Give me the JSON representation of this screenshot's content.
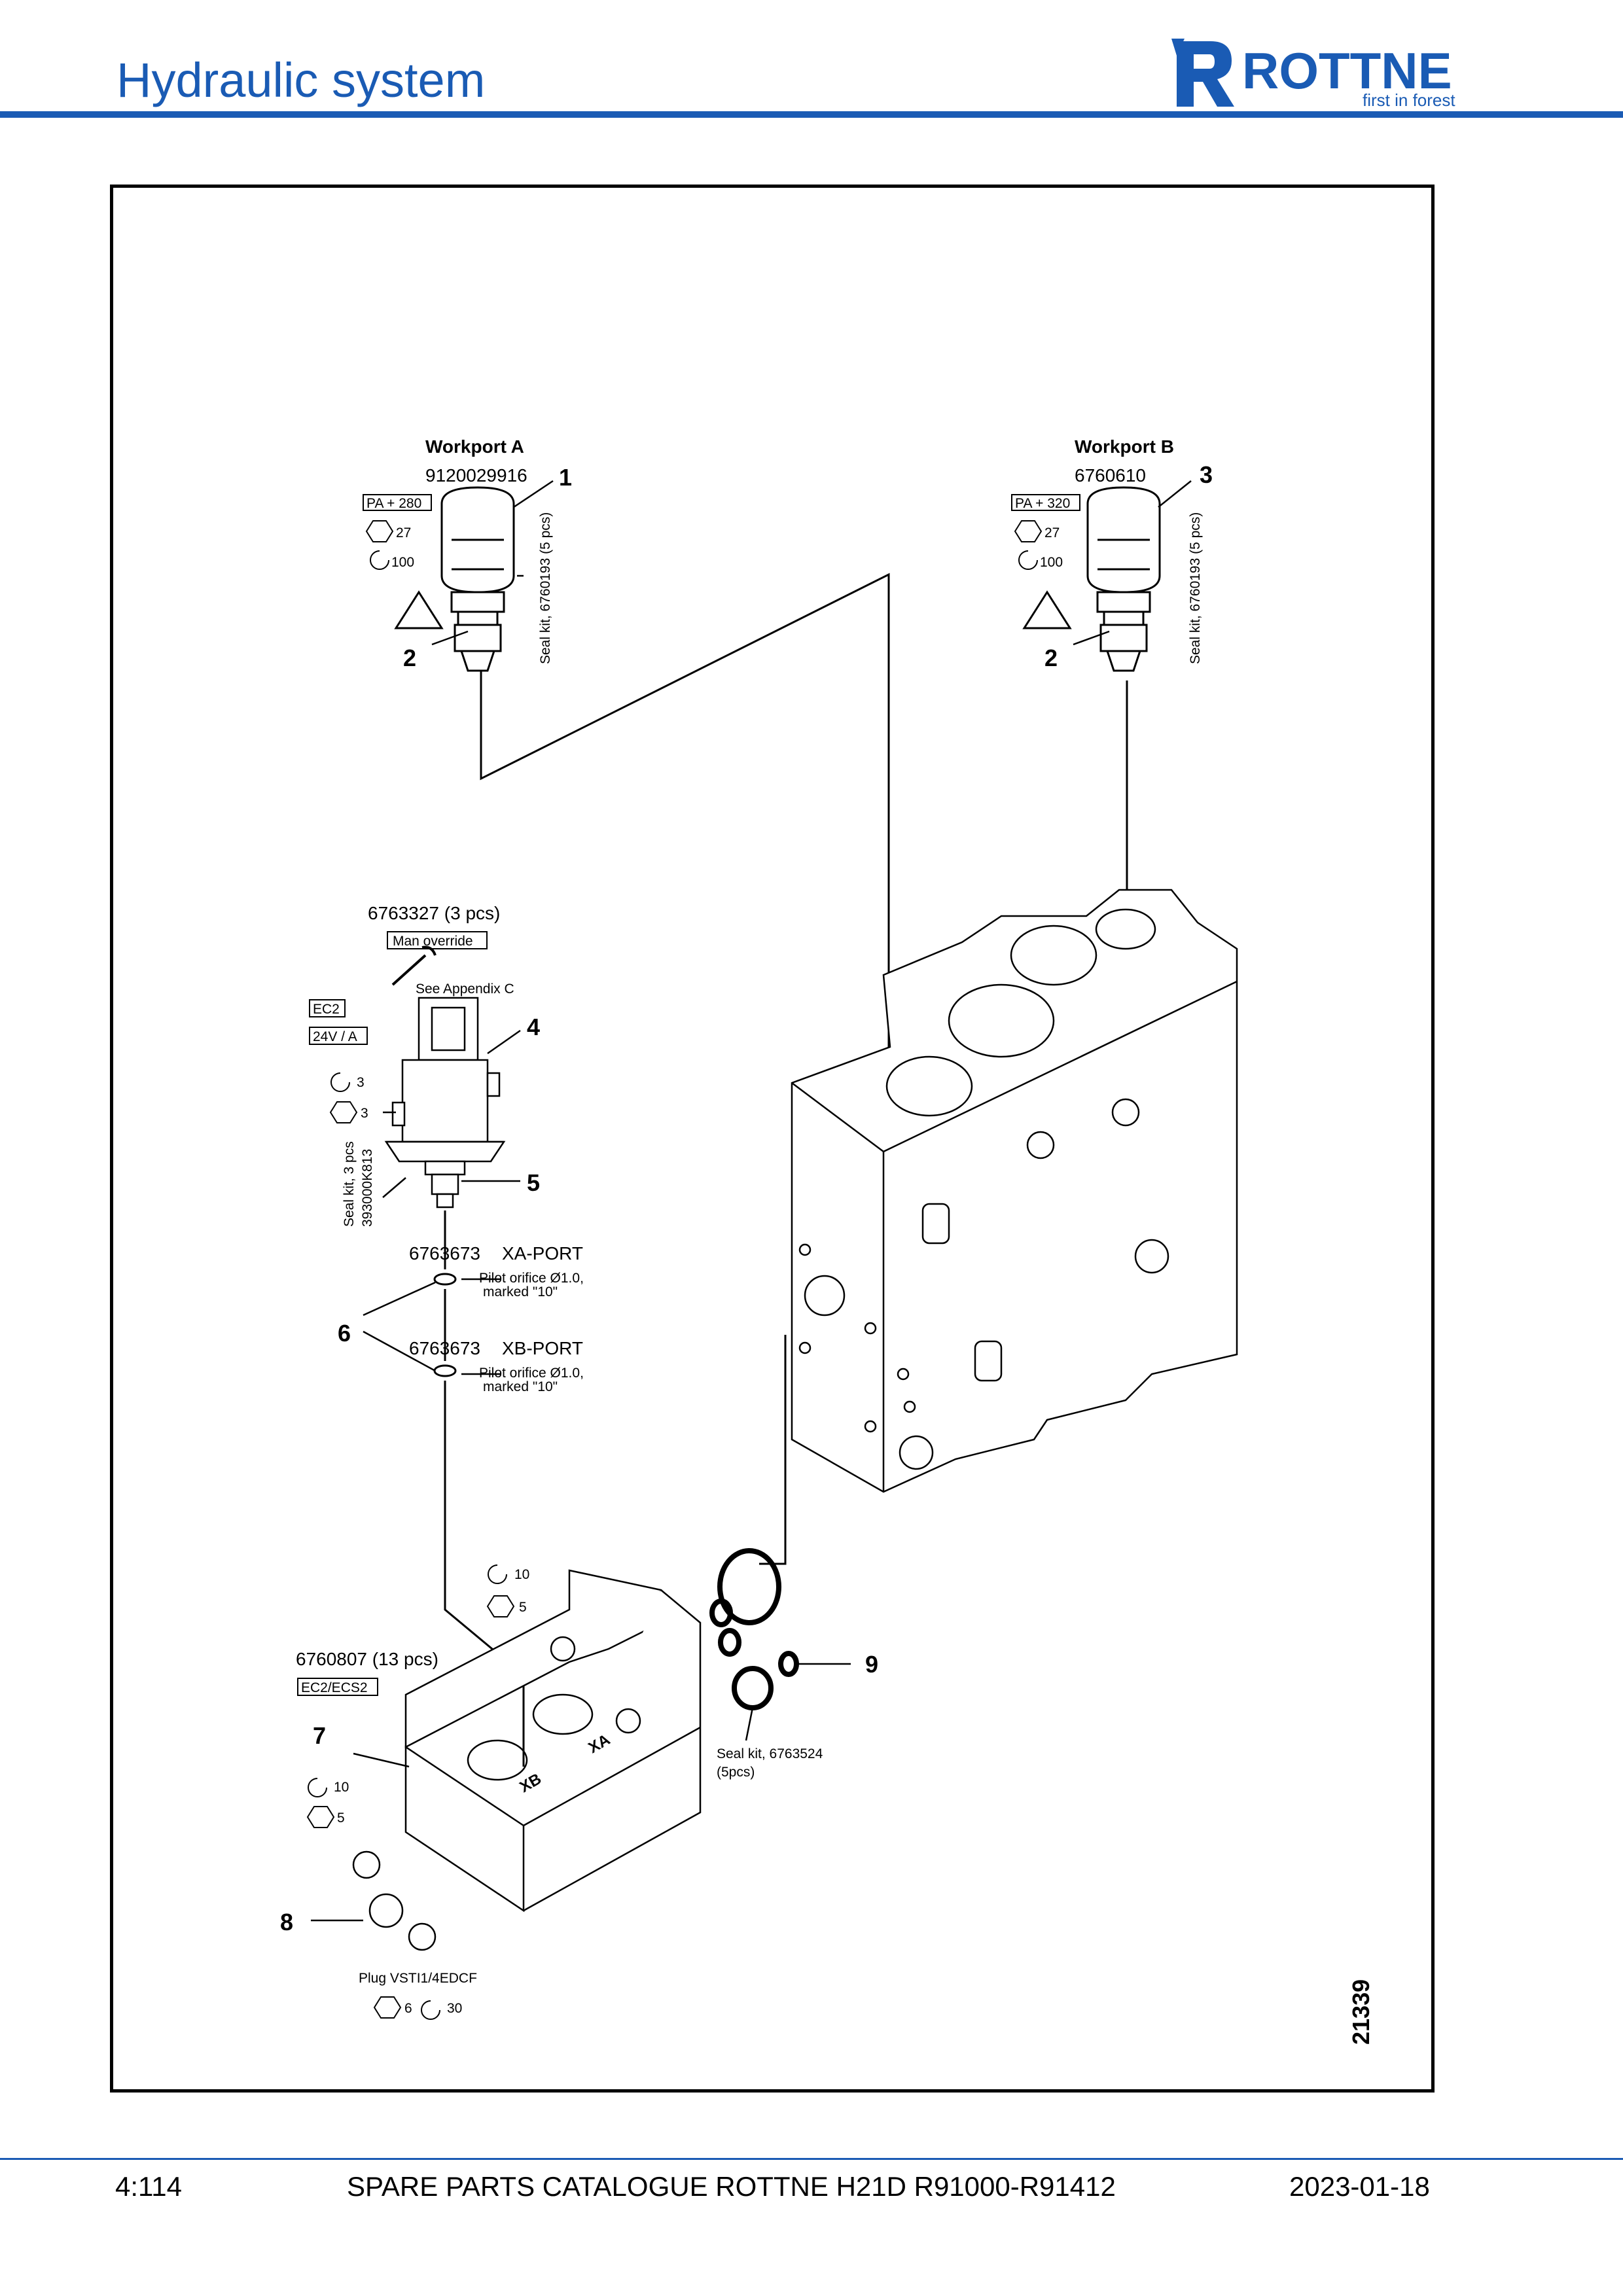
{
  "header": {
    "title": "Hydraulic system",
    "logo_text": "ROTTNE",
    "logo_tagline": "first in forest"
  },
  "drawing": {
    "workport_a": {
      "title": "Workport A",
      "part_no": "9120029916",
      "pressure": "PA + 280",
      "hex": "27",
      "torque": "100",
      "seal_kit": "Seal kit, 6760193 (5 pcs)"
    },
    "workport_b": {
      "title": "Workport B",
      "part_no": "6760610",
      "pressure": "PA + 320",
      "hex": "27",
      "torque": "100",
      "seal_kit": "Seal kit, 6760193 (5 pcs)"
    },
    "valve": {
      "part_no": "6763327 (3 pcs)",
      "man_override": "Man override",
      "see_appendix": "See Appendix C",
      "ec2": "EC2",
      "voltage": "24V / A",
      "torque": "3",
      "hex": "3",
      "seal_kit": "Seal kit, 3 pcs",
      "seal_kit_no": "393000K813"
    },
    "orifice_a": {
      "part_no": "6763673",
      "port": "XA-PORT",
      "desc1": "Pilot orifice Ø1.0,",
      "desc2": "marked \"10\""
    },
    "orifice_b": {
      "part_no": "6763673",
      "port": "XB-PORT",
      "desc1": "Pilot orifice Ø1.0,",
      "desc2": "marked \"10\""
    },
    "block": {
      "torque_top": "10",
      "hex_top": "5",
      "part_no": "6760807 (13 pcs)",
      "type": "EC2/ECS2",
      "torque_left": "10",
      "hex_left": "5",
      "port_xb": "XB",
      "port_xa": "XA"
    },
    "plug": {
      "name": "Plug VSTI1/4EDCF",
      "hex": "6",
      "torque": "30"
    },
    "seal_kit_9": {
      "line1": "Seal kit, 6763524",
      "line2": "(5pcs)"
    },
    "callouts": [
      "1",
      "2",
      "3",
      "2",
      "4",
      "5",
      "6",
      "7",
      "8",
      "9"
    ],
    "drawing_number": "21339"
  },
  "footer": {
    "page": "4:114",
    "title": "SPARE PARTS CATALOGUE ROTTNE H21D R91000-R91412",
    "date": "2023-01-18"
  },
  "colors": {
    "brand_blue": "#1a5bb4"
  }
}
